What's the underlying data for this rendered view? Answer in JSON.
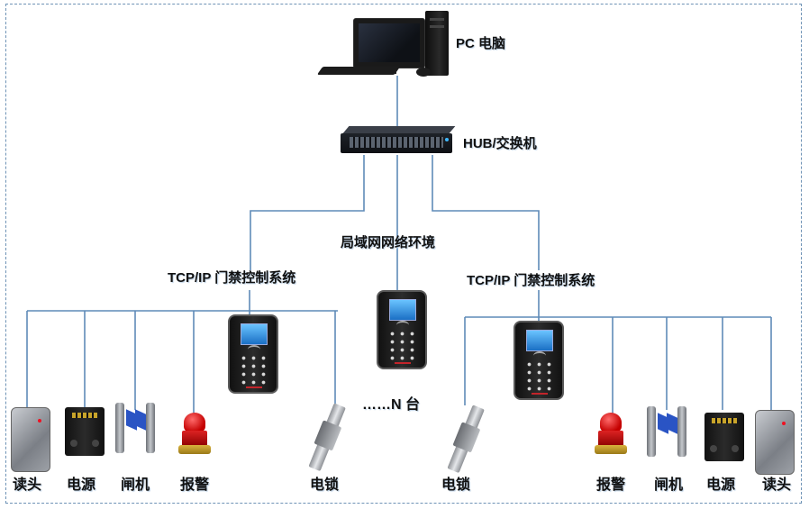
{
  "labels": {
    "pc": "PC 电脑",
    "hub": "HUB/交换机",
    "lan": "局域网网络环境",
    "tcp_left": "TCP/IP 门禁控制系统",
    "tcp_right": "TCP/IP 门禁控制系统",
    "n_units": "……N 台"
  },
  "devices_left": [
    {
      "label": "读头",
      "icon": "card-reader-icon"
    },
    {
      "label": "电源",
      "icon": "power-supply-icon"
    },
    {
      "label": "闸机",
      "icon": "turnstile-gate-icon"
    },
    {
      "label": "报警",
      "icon": "alarm-siren-icon"
    },
    {
      "label": "电锁",
      "icon": "electric-lock-icon"
    }
  ],
  "devices_right": [
    {
      "label": "电锁",
      "icon": "electric-lock-icon"
    },
    {
      "label": "报警",
      "icon": "alarm-siren-icon"
    },
    {
      "label": "闸机",
      "icon": "turnstile-gate-icon"
    },
    {
      "label": "电源",
      "icon": "power-supply-icon"
    },
    {
      "label": "读头",
      "icon": "card-reader-icon"
    }
  ],
  "colors": {
    "wire": "#5f8bb8",
    "frame": "#6f93b6"
  }
}
